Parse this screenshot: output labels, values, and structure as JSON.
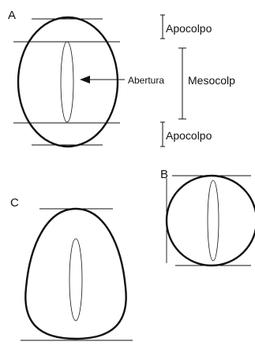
{
  "figure": {
    "panels": {
      "a": {
        "label": "A"
      },
      "b": {
        "label": "B"
      },
      "c": {
        "label": "C"
      }
    },
    "annotations": {
      "apocolpo_top": "Apocolpo",
      "apocolpo_bottom": "Apocolpo",
      "mesocolp": "Mesocolp",
      "abertura": "Abertura"
    },
    "colors": {
      "stroke": "#111111",
      "background": "#ffffff"
    }
  }
}
